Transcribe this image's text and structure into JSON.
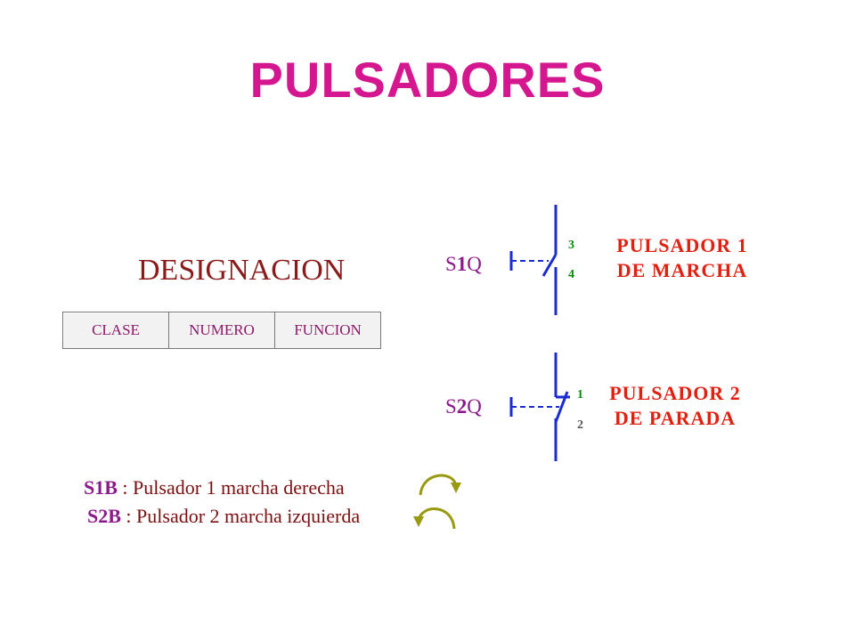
{
  "title": "PULSADORES",
  "designation": {
    "heading": "DESIGNACION",
    "columns": [
      "CLASE",
      "NUMERO",
      "FUNCION"
    ]
  },
  "switches": [
    {
      "code_prefix": "S",
      "code_number": "1",
      "code_suffix": "Q",
      "pin_top": "3",
      "pin_bottom": "4",
      "type": "normally-open",
      "label_line1": "PULSADOR 1",
      "label_line2": "DE MARCHA"
    },
    {
      "code_prefix": "S",
      "code_number": "2",
      "code_suffix": "Q",
      "pin_top": "1",
      "pin_bottom": "2",
      "type": "normally-closed",
      "label_line1": "PULSADOR 2",
      "label_line2": "DE PARADA"
    }
  ],
  "legend": [
    {
      "code": "S1B",
      "separator": " :",
      "text": " Pulsador 1 marcha derecha",
      "arrow": "clockwise-arrow-icon"
    },
    {
      "code": "S2B",
      "separator": " :",
      "text": " Pulsador 2 marcha izquierda",
      "arrow": "counterclockwise-arrow-icon"
    }
  ],
  "colors": {
    "title": "#d4168f",
    "symbol_lines": "#1a2bd0",
    "label_red": "#e02010",
    "code_purple": "#8b1a8b",
    "pin_green": "#0a8a0a",
    "arrow": "#9a9a10"
  }
}
